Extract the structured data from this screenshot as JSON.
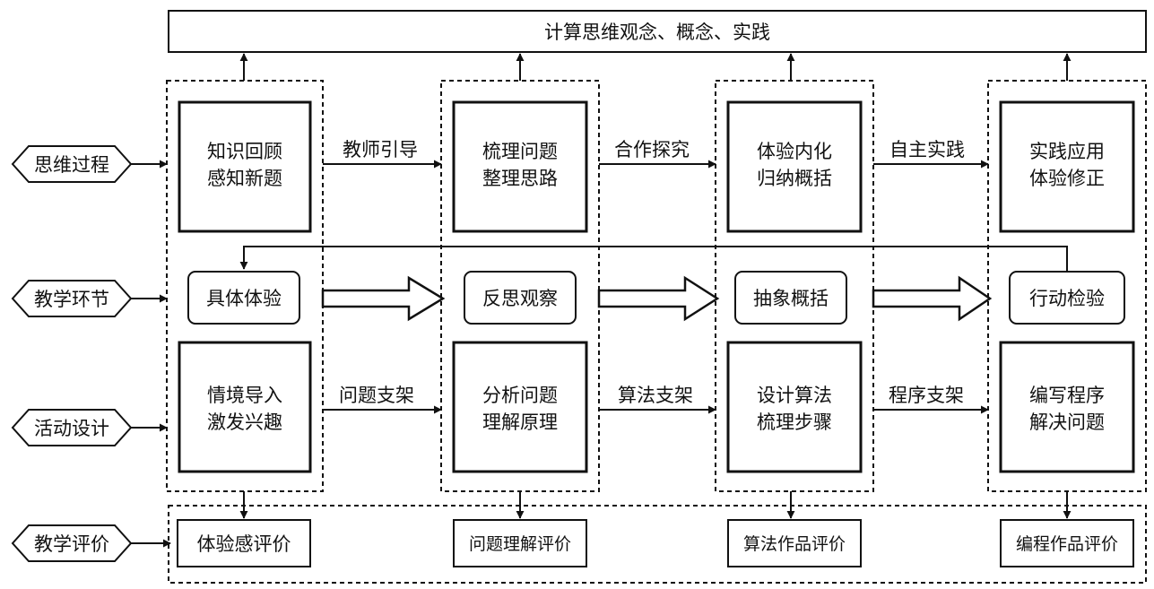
{
  "title": "计算思维观念、概念、实践",
  "rows": {
    "thinking": "思维过程",
    "teaching": "教学环节",
    "activity": "活动设计",
    "evaluation": "教学评价"
  },
  "thinking_boxes": [
    {
      "line1": "知识回顾",
      "line2": "感知新题"
    },
    {
      "line1": "梳理问题",
      "line2": "整理思路"
    },
    {
      "line1": "体验内化",
      "line2": "归纳概括"
    },
    {
      "line1": "实践应用",
      "line2": "体验修正"
    }
  ],
  "thinking_arrows": [
    "教师引导",
    "合作探究",
    "自主实践"
  ],
  "teaching_boxes": [
    "具体体验",
    "反思观察",
    "抽象概括",
    "行动检验"
  ],
  "activity_boxes": [
    {
      "line1": "情境导入",
      "line2": "激发兴趣"
    },
    {
      "line1": "分析问题",
      "line2": "理解原理"
    },
    {
      "line1": "设计算法",
      "line2": "梳理步骤"
    },
    {
      "line1": "编写程序",
      "line2": "解决问题"
    }
  ],
  "activity_arrows": [
    "问题支架",
    "算法支架",
    "程序支架"
  ],
  "evaluation_boxes": [
    "体验感评价",
    "问题理解评价",
    "算法作品评价",
    "编程作品评价"
  ]
}
